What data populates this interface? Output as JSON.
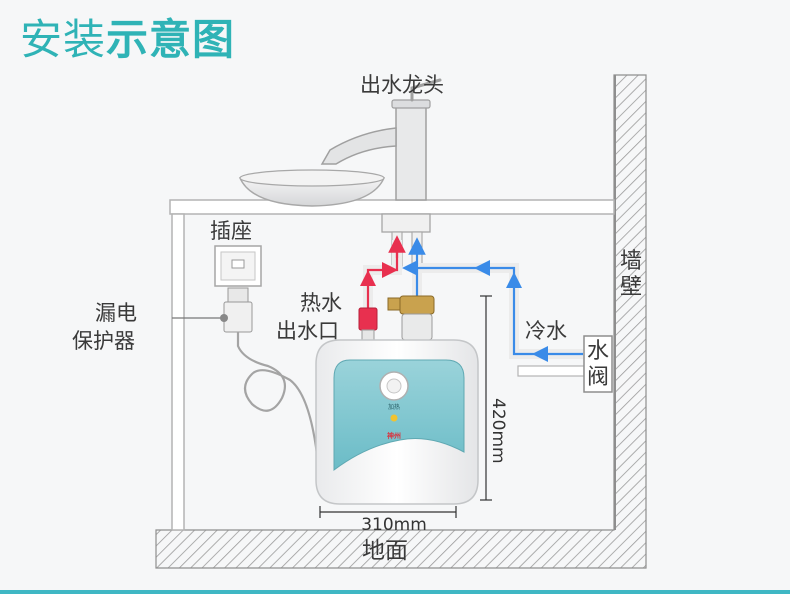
{
  "title": {
    "part1": "安装",
    "part2": "示意图"
  },
  "labels": {
    "faucet": "出水龙头",
    "socket": "插座",
    "leakage_protector_line1": "漏电",
    "leakage_protector_line2": "保护器",
    "hot_outlet_line1": "热水",
    "hot_outlet_line2": "出水口",
    "cold_water": "冷水",
    "wall_chars": [
      "墙",
      "壁"
    ],
    "valve_chars": [
      "水",
      "阀"
    ],
    "floor": "地面",
    "height_dim": "420mm",
    "width_dim": "310mm",
    "heater_panel_text": "加热",
    "heater_brand": "神州"
  },
  "colors": {
    "title": "#2fb3b6",
    "hot_pipe": "#e8304f",
    "cold_pipe": "#3a8be8",
    "heater_panel": "#7fc8d2",
    "wall_hatch": "#9a9a9a",
    "bottom_band": "#3fb7c4"
  }
}
